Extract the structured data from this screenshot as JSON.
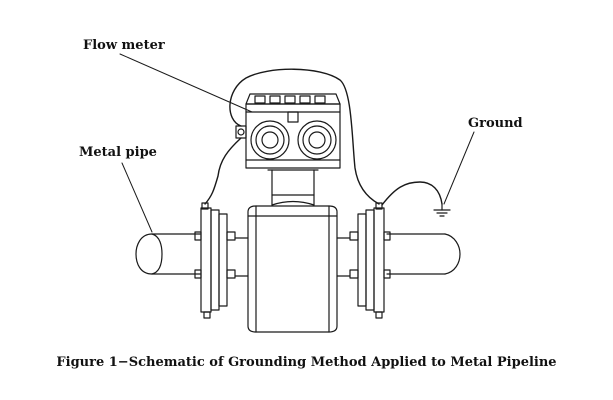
{
  "labels": {
    "flow_meter": "Flow meter",
    "metal_pipe": "Metal pipe",
    "ground": "Ground"
  },
  "caption": "Figure 1−Schematic of Grounding Method Applied to Metal Pipeline",
  "colors": {
    "ink": "#1a1a1a",
    "background": "#ffffff"
  }
}
